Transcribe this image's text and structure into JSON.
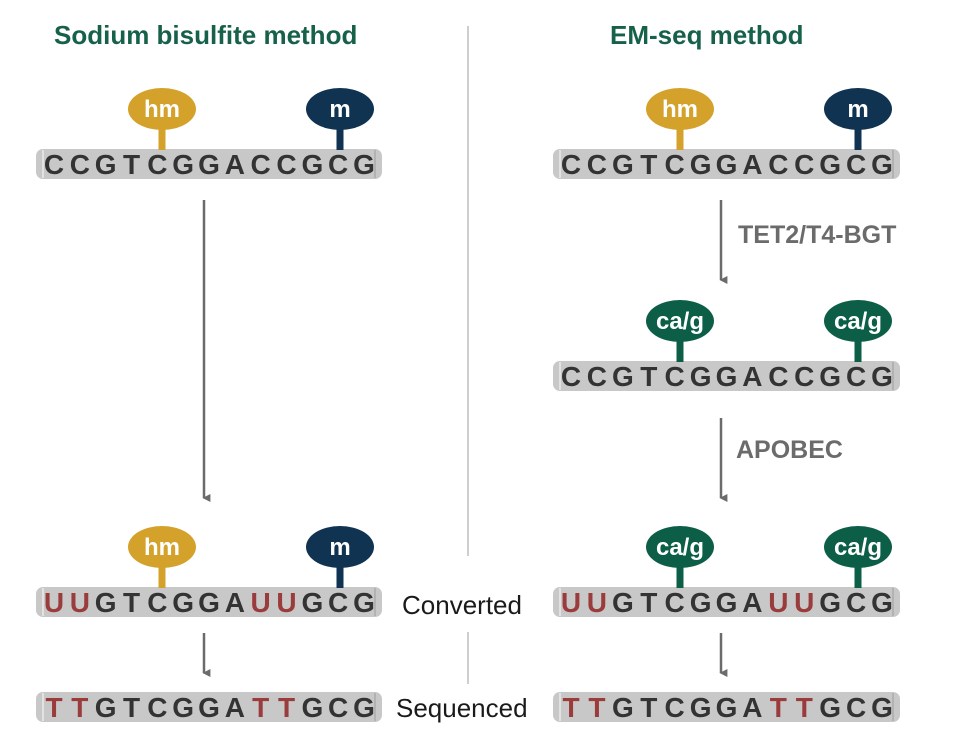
{
  "colors": {
    "title": "#17614a",
    "hm": "#d4a12b",
    "m": "#0f3350",
    "cag": "#0c5e47",
    "base": "#333333",
    "converted_base": "#9b3c3c",
    "strand": "#c8c8c8",
    "arrow": "#6b6b6b",
    "divider": "#bdbdbd"
  },
  "left": {
    "title": "Sodium bisulfite method",
    "original_pins": [
      "hm",
      "m"
    ],
    "original_sequence": "CCGTCGGACCGCG",
    "converted_pins": [
      "hm",
      "m"
    ],
    "converted_sequence": "UUGTCGGAUUGCG",
    "sequenced_sequence": "TTGTCGGATTGCG"
  },
  "right": {
    "title": "EM-seq method",
    "original_pins": [
      "hm",
      "m"
    ],
    "original_sequence": "CCGTCGGACCGCG",
    "step1_label": "TET2/T4-BGT",
    "intermediate_pins": [
      "ca/g",
      "ca/g"
    ],
    "intermediate_sequence": "CCGTCGGACCGCG",
    "step2_label": "APOBEC",
    "converted_pins": [
      "ca/g",
      "ca/g"
    ],
    "converted_sequence": "UUGTCGGAUUGCG",
    "sequenced_sequence": "TTGTCGGATTGCG"
  },
  "row_labels": {
    "converted": "Converted",
    "sequenced": "Sequenced"
  }
}
